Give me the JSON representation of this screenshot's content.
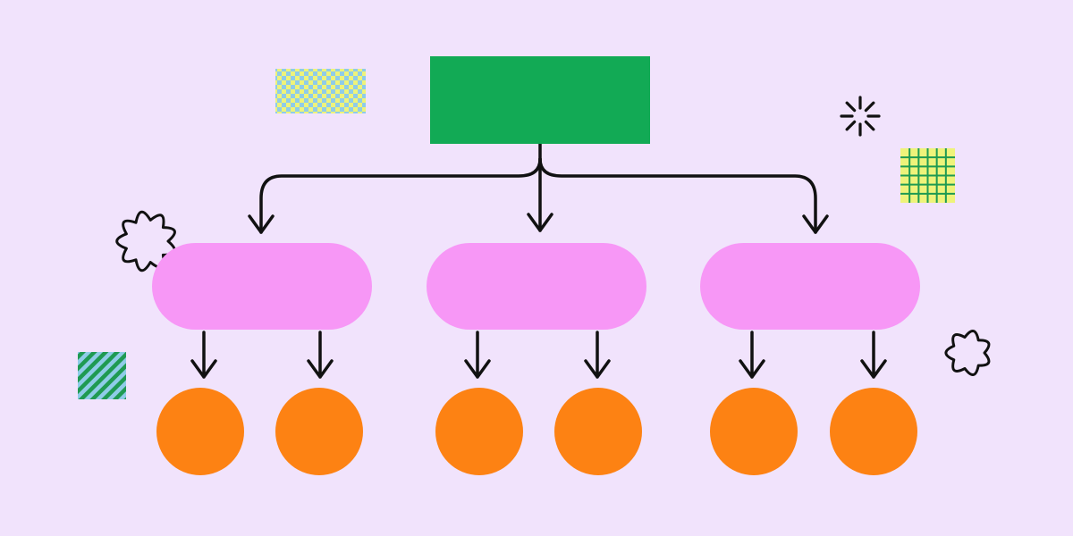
{
  "diagram": {
    "type": "hierarchy",
    "levels": 3,
    "root": {
      "shape": "rectangle",
      "label": ""
    },
    "branches": [
      {
        "shape": "pill",
        "label": "",
        "children": [
          {
            "shape": "circle",
            "label": ""
          },
          {
            "shape": "circle",
            "label": ""
          }
        ]
      },
      {
        "shape": "pill",
        "label": "",
        "children": [
          {
            "shape": "circle",
            "label": ""
          },
          {
            "shape": "circle",
            "label": ""
          }
        ]
      },
      {
        "shape": "pill",
        "label": "",
        "children": [
          {
            "shape": "circle",
            "label": ""
          },
          {
            "shape": "circle",
            "label": ""
          }
        ]
      }
    ]
  },
  "colors": {
    "background": "#f1e3fc",
    "root": "#12aa55",
    "branch": "#f797f6",
    "leaf": "#fd8213",
    "connector": "#111111",
    "check_a": "#8fcce8",
    "check_b": "#eef37a",
    "grid_fill": "#eef37a",
    "grid_line": "#1f9a52",
    "stripe_a": "#1f9a52",
    "stripe_b": "#8fcce8"
  },
  "decorations": [
    {
      "name": "checkered-tile"
    },
    {
      "name": "grid-tile"
    },
    {
      "name": "striped-tile"
    },
    {
      "name": "starburst-icon"
    },
    {
      "name": "flower-doodle-large"
    },
    {
      "name": "flower-doodle-small"
    }
  ]
}
